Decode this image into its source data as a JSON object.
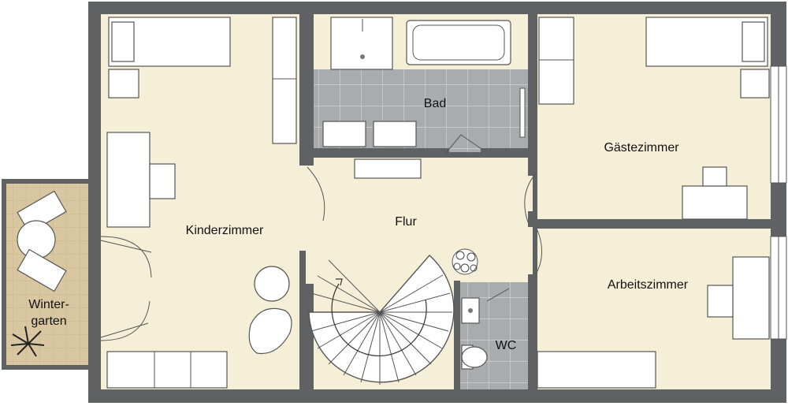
{
  "colors": {
    "wall": "#5f6163",
    "floor": "#f5efd8",
    "tile": "#a9abad",
    "tile_line": "#cfd1d3",
    "deck": "#d9c7a2",
    "furniture": "#ffffff",
    "outline": "#555555"
  },
  "rooms": {
    "kinderzimmer": "Kinderzimmer",
    "bad": "Bad",
    "gaestezimmer": "Gästezimmer",
    "flur": "Flur",
    "arbeitszimmer": "Arbeitszimmer",
    "wc": "WC",
    "wintergarten_line1": "Winter-",
    "wintergarten_line2": "garten"
  }
}
